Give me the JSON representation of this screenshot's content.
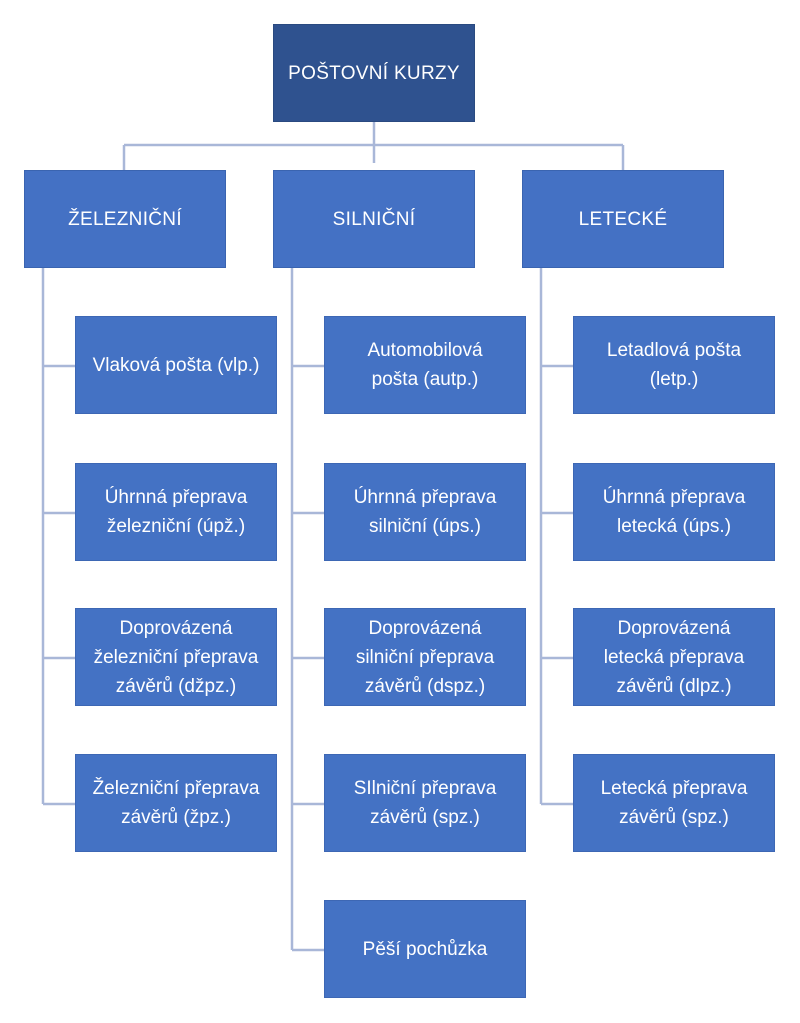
{
  "root": {
    "label": "POŠTOVNÍ KURZY"
  },
  "branches": [
    {
      "label": "ŽELEZNIČNÍ",
      "items": [
        "Vlaková pošta (vlp.)",
        "Úhrnná přeprava\nželezniční (úpž.)",
        "Doprovázená\nželezniční přeprava\nzávěrů (džpz.)",
        "Železniční přeprava\nzávěrů (žpz.)"
      ]
    },
    {
      "label": "SILNIČNÍ",
      "items": [
        "Automobilová\npošta (autp.)",
        "Úhrnná přeprava\nsilniční (úps.)",
        "Doprovázená\nsilniční přeprava\nzávěrů (dspz.)",
        "SIlniční přeprava\nzávěrů (spz.)",
        "Pěší pochůzka"
      ]
    },
    {
      "label": "LETECKÉ",
      "items": [
        "Letadlová pošta\n(letp.)",
        "Úhrnná přeprava\nletecká (úps.)",
        "Doprovázená\nletecká přeprava\nzávěrů (dlpz.)",
        "Letecká přeprava\nzávěrů (spz.)"
      ]
    }
  ],
  "colors": {
    "root_fill": "#2f528f",
    "node_fill": "#4472c4",
    "connector": "#a9b7d8",
    "text": "#ffffff"
  }
}
